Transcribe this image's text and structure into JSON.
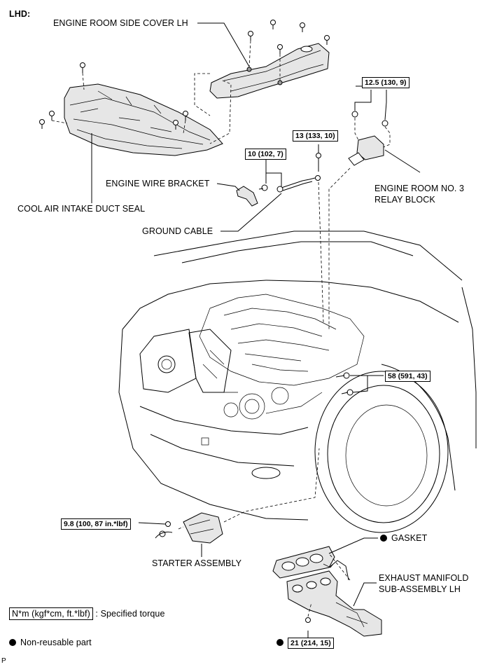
{
  "header": {
    "lhd": "LHD:"
  },
  "labels": {
    "side_cover": "ENGINE ROOM SIDE COVER LH",
    "wire_bracket": "ENGINE WIRE BRACKET",
    "duct_seal": "COOL AIR INTAKE DUCT SEAL",
    "ground_cable": "GROUND CABLE",
    "relay_block_line1": "ENGINE ROOM NO. 3",
    "relay_block_line2": "RELAY BLOCK",
    "starter": "STARTER ASSEMBLY",
    "gasket": "GASKET",
    "manifold_line1": "EXHAUST MANIFOLD",
    "manifold_line2": "SUB-ASSEMBLY LH"
  },
  "torques": {
    "relay": "12.5 (130, 9)",
    "ground": "13 (133, 10)",
    "bracket": "10 (102, 7)",
    "engine": "58 (591, 43)",
    "starter": "9.8 (100, 87 in.*lbf)",
    "manifold": "21 (214, 15)"
  },
  "legend": {
    "torque_unit": "N*m (kgf*cm, ft.*lbf)",
    "torque_desc": ": Specified torque",
    "nonreusable": "Non-reusable part"
  },
  "footer": {
    "code": "P"
  }
}
